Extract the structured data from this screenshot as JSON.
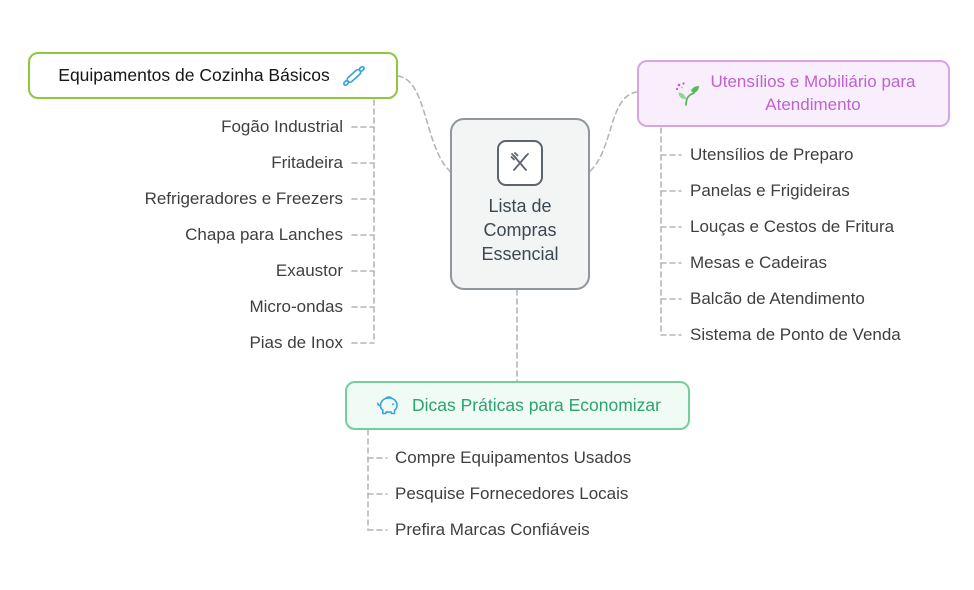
{
  "center": {
    "lines": [
      "Lista de",
      "Compras",
      "Essencial"
    ]
  },
  "branch_left": {
    "label": "Equipamentos de Cozinha Básicos",
    "accent": "#8fc740",
    "items": [
      "Fogão Industrial",
      "Fritadeira",
      "Refrigeradores e Freezers",
      "Chapa para Lanches",
      "Exaustor",
      "Micro-ondas",
      "Pias de Inox"
    ]
  },
  "branch_right": {
    "label_line1": "Utensílios e Mobiliário para",
    "label_line2": "Atendimento",
    "accent": "#d8a4e6",
    "text_color": "#c061ce",
    "items": [
      "Utensílios de Preparo",
      "Panelas e Frigideiras",
      "Louças e Cestos de Fritura",
      "Mesas e Cadeiras",
      "Balcão de Atendimento",
      "Sistema de Ponto de Venda"
    ]
  },
  "branch_bottom": {
    "label": "Dicas Práticas para Economizar",
    "accent": "#74d09a",
    "text_color": "#2ba46f",
    "items": [
      "Compre Equipamentos Usados",
      "Pesquise Fornecedores Locais",
      "Prefira Marcas Confiáveis"
    ]
  }
}
